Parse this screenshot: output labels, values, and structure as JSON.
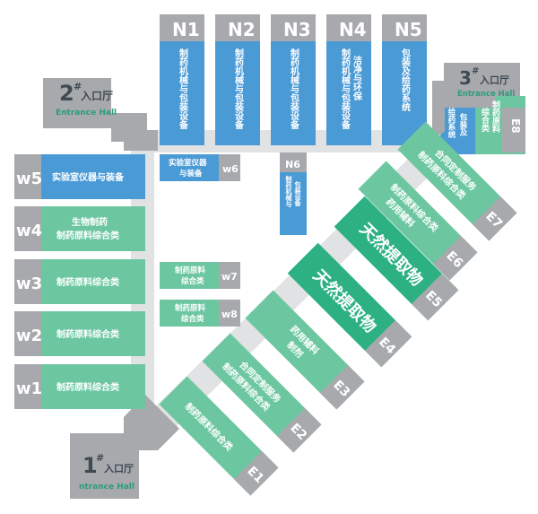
{
  "entrances": {
    "hall1": {
      "number": "1",
      "suffix": "#",
      "label": "入口厅",
      "en": "ntrance Hall"
    },
    "hall2": {
      "number": "2",
      "suffix": "#",
      "label": "入口厅",
      "en": "Entrance Hall"
    },
    "hall3": {
      "number": "3",
      "suffix": "#",
      "label": "入口厅",
      "en": "Entrance Hall"
    }
  },
  "north_halls": [
    {
      "code": "N1",
      "label": "制药机械与包装设备"
    },
    {
      "code": "N2",
      "label": "制药机械与包装设备"
    },
    {
      "code": "N3",
      "label": "制药机械与包装设备"
    },
    {
      "code": "N4",
      "label": "制药机械与包装设备",
      "label2": "洁净与环保"
    },
    {
      "code": "N5",
      "label": "包装及给药系统"
    }
  ],
  "n6": {
    "code": "N6",
    "label": "制药机械与",
    "label2": "包装设备"
  },
  "w6": {
    "code": "w6",
    "label": "实验室仪器",
    "label2": "与装备"
  },
  "west_halls": [
    {
      "code": "w5",
      "label": "实验室仪器与装备"
    },
    {
      "code": "w4",
      "label": "生物制药",
      "label2": "制药原料综合类"
    },
    {
      "code": "w3",
      "label": "制药原料综合类"
    },
    {
      "code": "w2",
      "label": "制药原料综合类"
    },
    {
      "code": "w1",
      "label": "制药原料综合类"
    }
  ],
  "w7": {
    "code": "w7",
    "label": "制药原料",
    "label2": "综合类"
  },
  "w8": {
    "code": "w8",
    "label": "制药原料",
    "label2": "综合类"
  },
  "east_halls": [
    {
      "code": "E1",
      "label": "制药原料综合类"
    },
    {
      "code": "E2",
      "label": "合同定制服务",
      "label2": "制药原料综合类"
    },
    {
      "code": "E3",
      "label": "药用辅料",
      "label2": "制剂"
    },
    {
      "code": "E4",
      "label": "天然提取物"
    },
    {
      "code": "E5",
      "label": "天然提取物"
    },
    {
      "code": "E6",
      "label": "制药原料综合类",
      "label2": "药用辅料"
    },
    {
      "code": "E7",
      "label": "合同定制服务",
      "label2": "制药原料综合类"
    }
  ],
  "e8": {
    "code": "E8",
    "label": "制药原料",
    "label2": "综合类",
    "corridor": "包装及",
    "corridor2": "给药系统"
  },
  "colors": {
    "blue": "#4a9ad6",
    "green": "#6cc7a1",
    "dark_green": "#2db183",
    "gray": "#a7a9ac",
    "corridor": "#d9dadb"
  }
}
